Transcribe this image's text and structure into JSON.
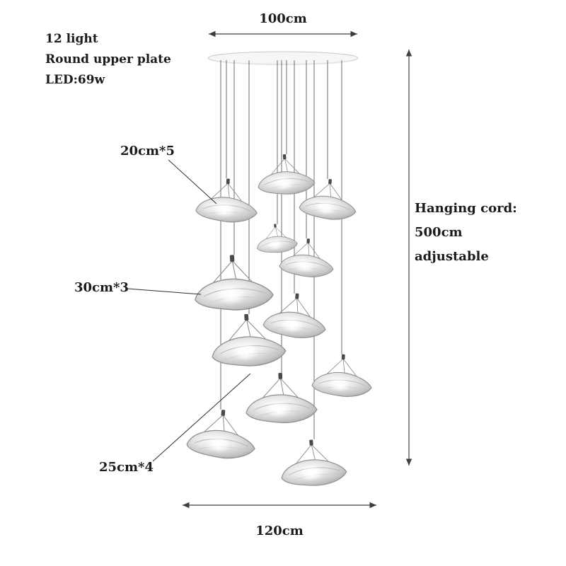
{
  "specs": {
    "lights": "12 light",
    "plate": "Round upper plate",
    "power": "LED:69w"
  },
  "dimensions": {
    "plate_width": "100cm",
    "fixture_width": "120cm",
    "cord_line1": "Hanging cord:",
    "cord_line2": "500cm",
    "cord_line3": "adjustable"
  },
  "shade_sizes": {
    "size_20": "20cm*5",
    "size_30": "30cm*3",
    "size_25": "25cm*4"
  },
  "colors": {
    "background": "#ffffff",
    "text": "#1b1b1b",
    "dimension_line": "#3f3f3f",
    "cord": "#6e6e6e",
    "plate_fill": "#f6f6f6",
    "plate_stroke": "#c8c8c8"
  }
}
